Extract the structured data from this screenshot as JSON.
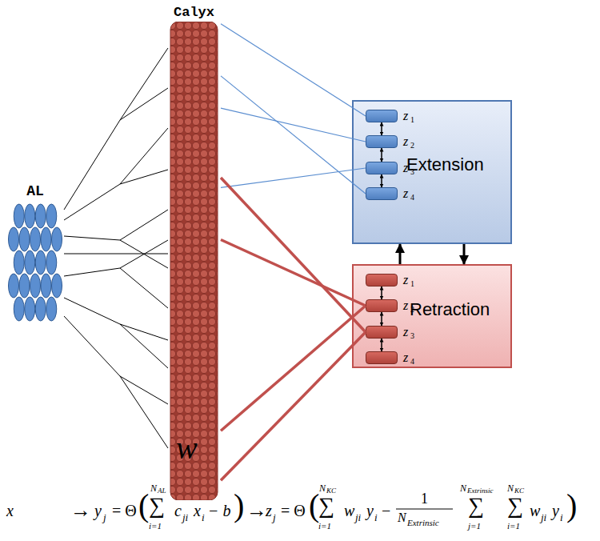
{
  "diagram": {
    "nodes": [
      {
        "text": [
          "AL"
        ]
      },
      {
        "text": [
          "Calyx"
        ]
      },
      {
        "text": [
          "Extension"
        ]
      },
      {
        "text": [
          "z",
          "1"
        ],
        "in": 2
      },
      {
        "text": [
          "z",
          "2"
        ],
        "in": 2
      },
      {
        "text": [
          "z",
          "3"
        ],
        "in": 2
      },
      {
        "text": [
          "z",
          "4"
        ],
        "in": 2
      },
      {
        "text": [
          "Retraction"
        ]
      },
      {
        "text": [
          "z",
          "1"
        ],
        "in": 7
      },
      {
        "text": [
          "z",
          "2"
        ],
        "in": 7
      },
      {
        "text": [
          "z",
          "3"
        ],
        "in": 7
      },
      {
        "text": [
          "z",
          "4"
        ],
        "in": 7
      }
    ],
    "edges": [
      {
        "from": 0,
        "to": 1,
        "arrow": "none"
      },
      {
        "from": 1,
        "to": 3,
        "arrow": "none"
      },
      {
        "from": 1,
        "to": 4,
        "arrow": "none"
      },
      {
        "from": 1,
        "to": 5,
        "arrow": "none"
      },
      {
        "from": 1,
        "to": 6,
        "arrow": "none"
      },
      {
        "from": 1,
        "to": 9,
        "arrow": "none"
      },
      {
        "from": 1,
        "to": 10,
        "arrow": "none"
      },
      {
        "from": 3,
        "to": 4,
        "arrow": "both"
      },
      {
        "from": 4,
        "to": 5,
        "arrow": "both"
      },
      {
        "from": 5,
        "to": 6,
        "arrow": "both"
      },
      {
        "from": 8,
        "to": 9,
        "arrow": "both"
      },
      {
        "from": 9,
        "to": 10,
        "arrow": "both"
      },
      {
        "from": 10,
        "to": 11,
        "arrow": "both"
      },
      {
        "from": 7,
        "to": 2,
        "arrow": "to"
      },
      {
        "from": 2,
        "to": 7,
        "arrow": "to"
      },
      {
        "from": 1,
        "to": 9,
        "arrow": "none"
      },
      {
        "from": 1,
        "to": 10,
        "arrow": "none"
      }
    ],
    "labels": [
      "w",
      "x",
      "→",
      "y",
      "j",
      "= Θ",
      "(",
      "∑",
      "N",
      "AL",
      "i=1",
      "c",
      "ji",
      "x",
      "i",
      "− b",
      ")",
      "→",
      "z",
      "j",
      "= Θ",
      "(",
      "∑",
      "N",
      "KC",
      "i=1",
      "w",
      "ji",
      "y",
      "i",
      "−",
      "1",
      "N",
      "Extrinsic",
      "∑",
      "N",
      "Extrinsic",
      "j=1",
      "∑",
      "N",
      "KC",
      "i=1",
      "w",
      "ji",
      "y",
      "i",
      ")"
    ]
  }
}
